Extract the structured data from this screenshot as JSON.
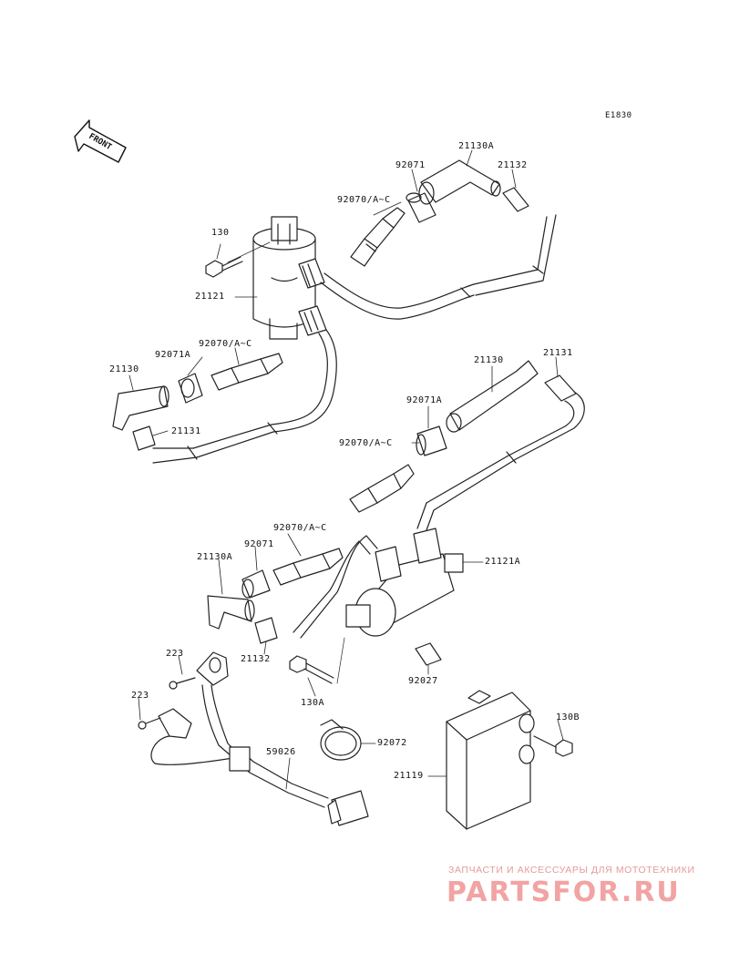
{
  "diagram": {
    "code": "E1830",
    "front_label": "FRONT",
    "labels": {
      "p130": "130",
      "p21121": "21121",
      "p92070_top": "92070/A~C",
      "p92071_top": "92071",
      "p21130A_top": "21130A",
      "p21132_top": "21132",
      "p92070A_left": "92070/A~C",
      "p92071A_left": "92071A",
      "p21130_left": "21130",
      "p21131_left": "21131",
      "p21130_right": "21130",
      "p21131_right": "21131",
      "p92071A_right": "92071A",
      "p92070_right": "92070/A~C",
      "p92070_mid": "92070/A~C",
      "p92071_mid": "92071",
      "p21130A_mid": "21130A",
      "p21121A": "21121A",
      "p21132_mid": "21132",
      "p223_a": "223",
      "p223_b": "223",
      "p130A": "130A",
      "p92027": "92027",
      "p130B": "130B",
      "p92072": "92072",
      "p59026": "59026",
      "p21119": "21119"
    }
  },
  "watermark": {
    "tagline": "ЗАПЧАСТИ И АКСЕССУАРЫ ДЛЯ МОТОТЕХНИКИ",
    "brand": "PARTSFOR.RU"
  }
}
